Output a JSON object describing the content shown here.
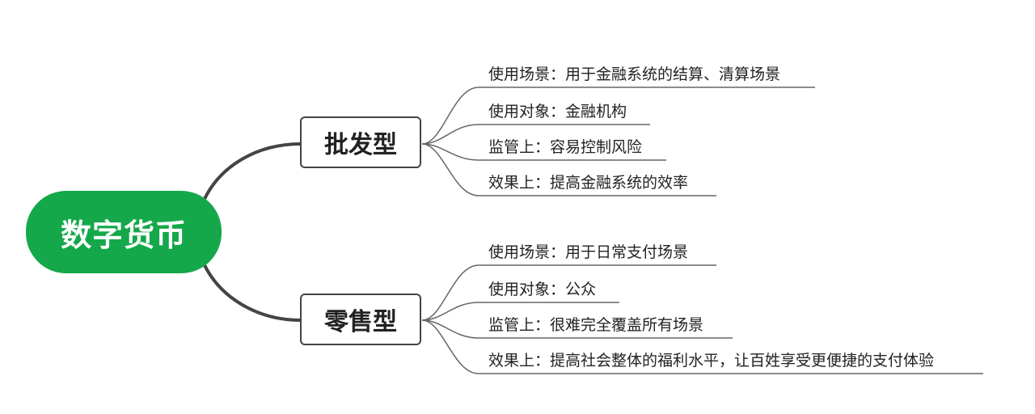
{
  "root": {
    "label": "数字货币"
  },
  "branches": [
    {
      "label": "批发型",
      "items": [
        "使用场景：用于金融系统的结算、清算场景",
        "使用对象：金融机构",
        "监管上：容易控制风险",
        "效果上：提高金融系统的效率"
      ]
    },
    {
      "label": "零售型",
      "items": [
        "使用场景：用于日常支付场景",
        "使用对象：公众",
        "监管上：很难完全覆盖所有场景",
        "效果上：提高社会整体的福利水平，让百姓享受更便捷的支付体验"
      ]
    }
  ],
  "colors": {
    "root_fill": "#14a84a",
    "root_text": "#ffffff",
    "connector": "#444444",
    "leaf_line": "#666666"
  }
}
